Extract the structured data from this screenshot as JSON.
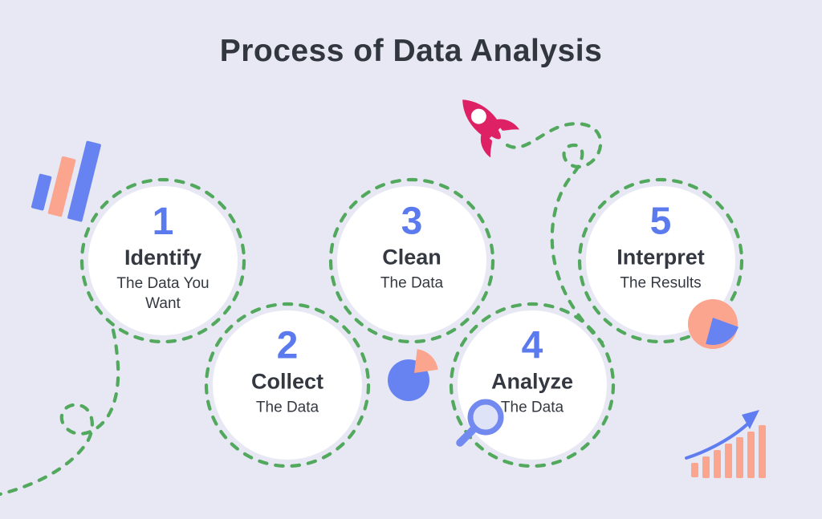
{
  "title": "Process of Data Analysis",
  "steps": [
    {
      "number": "1",
      "title": "Identify",
      "subtitle": "The Data You Want"
    },
    {
      "number": "2",
      "title": "Collect",
      "subtitle": "The Data"
    },
    {
      "number": "3",
      "title": "Clean",
      "subtitle": "The Data"
    },
    {
      "number": "4",
      "title": "Analyze",
      "subtitle": "The Data"
    },
    {
      "number": "5",
      "title": "Interpret",
      "subtitle": "The Results"
    }
  ],
  "icons": {
    "top_left": "tilted-bar-chart-icon",
    "top_middle": "rocket-icon",
    "center": "pie-chart-small-icon",
    "step4": "magnifier-icon",
    "step5": "pie-chart-icon",
    "bottom_right": "growth-bars-arrow-icon"
  },
  "colors": {
    "background": "#E7E8F3",
    "path_green": "#52A95E",
    "number_blue": "#5B7AEE",
    "shape_blue": "#6683F1",
    "salmon": "#FBA48E",
    "rocket_pink": "#DD2164",
    "text_dark": "#343941"
  }
}
